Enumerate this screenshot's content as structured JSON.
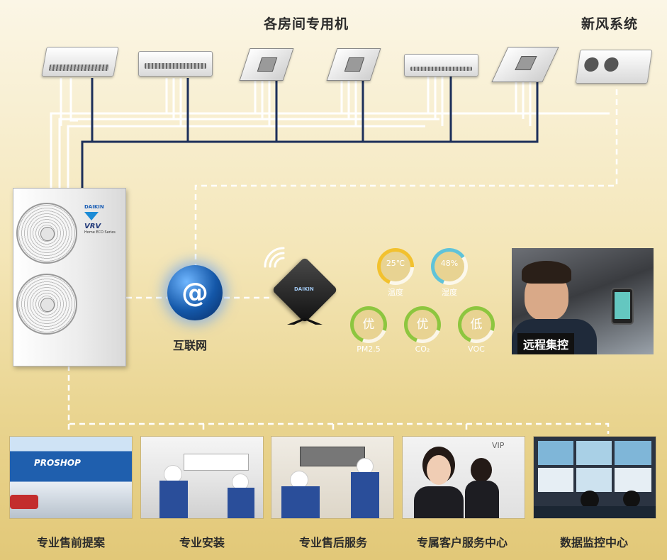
{
  "titles": {
    "indoor_units": "各房间专用机",
    "fresh_air": "新风系统"
  },
  "outdoor_unit": {
    "brand_logo": "DAIKIN",
    "model_text": "VRV",
    "sub_text": "Home ECO Series"
  },
  "internet": {
    "icon": "@",
    "label": "互联网"
  },
  "controller": {
    "brand_logo": "DAIKIN"
  },
  "sensors": [
    {
      "value": "25℃",
      "label": "温度",
      "color": "#f2c12e",
      "level": 0.7
    },
    {
      "value": "48%",
      "label": "湿度",
      "color": "#5fc3d9",
      "level": 0.6
    },
    {
      "value": "优",
      "label": "PM2.5",
      "color": "#8dc63f",
      "level": 0.75
    },
    {
      "value": "优",
      "label": "CO₂",
      "color": "#8dc63f",
      "level": 0.75
    },
    {
      "value": "低",
      "label": "VOC",
      "color": "#8dc63f",
      "level": 0.75
    }
  ],
  "remote": {
    "label": "远程集控"
  },
  "services": [
    {
      "caption": "专业售前提案",
      "sign_text": "PROSHOP"
    },
    {
      "caption": "专业安装"
    },
    {
      "caption": "专业售后服务"
    },
    {
      "caption": "专属客户服务中心",
      "sign_text": "VIP"
    },
    {
      "caption": "数据监控中心"
    }
  ],
  "colors": {
    "navy_line": "#1c2f5a",
    "white_line": "#ffffff",
    "background": "#f4e6b8"
  }
}
